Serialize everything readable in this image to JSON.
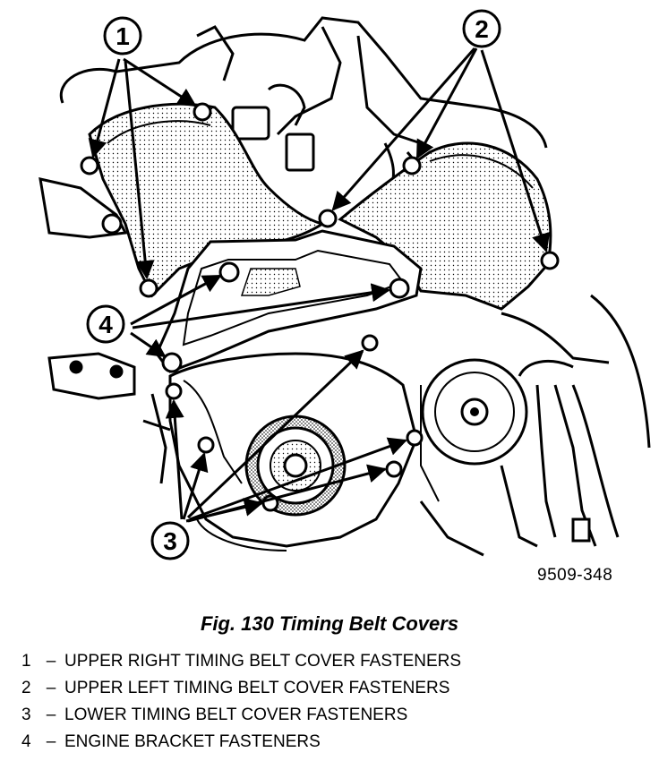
{
  "figure": {
    "drawing_id": "9509-348",
    "caption": "Fig. 130 Timing Belt Covers"
  },
  "callouts": [
    {
      "num": "1"
    },
    {
      "num": "2"
    },
    {
      "num": "3"
    },
    {
      "num": "4"
    }
  ],
  "legend": [
    {
      "num": "1",
      "dash": "–",
      "text": "UPPER RIGHT TIMING BELT COVER FASTENERS"
    },
    {
      "num": "2",
      "dash": "–",
      "text": "UPPER LEFT TIMING BELT COVER FASTENERS"
    },
    {
      "num": "3",
      "dash": "–",
      "text": "LOWER TIMING BELT COVER FASTENERS"
    },
    {
      "num": "4",
      "dash": "–",
      "text": "ENGINE BRACKET FASTENERS"
    }
  ]
}
